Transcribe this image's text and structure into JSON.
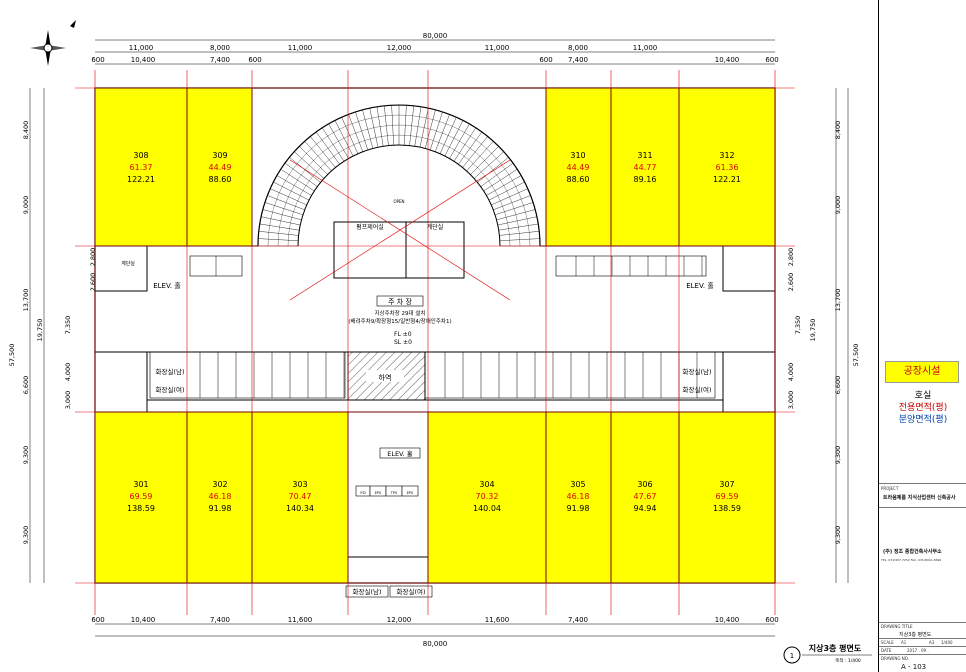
{
  "dims": {
    "overall": "80,000",
    "top_spans": [
      "11,000",
      "8,000",
      "11,000",
      "12,000",
      "11,000",
      "8,000",
      "11,000"
    ],
    "sub_spans": [
      "600",
      "10,400",
      "7,400",
      "600",
      "600",
      "10,400",
      "7,400",
      "600"
    ],
    "bottom_spans": [
      "600",
      "10,400",
      "7,400",
      "11,600",
      "12,000",
      "11,600",
      "7,400",
      "10,400",
      "600"
    ],
    "left_spans": [
      "8,400",
      "9,000",
      "2,800",
      "2,600",
      "13,700",
      "7,350",
      "19,750",
      "4,000",
      "3,000",
      "6,600",
      "9,300",
      "9,300",
      "57,500"
    ],
    "right_spans": [
      "8,400",
      "9,000",
      "2,800",
      "2,600",
      "13,700",
      "7,350",
      "19,750",
      "4,000",
      "3,000",
      "6,600",
      "9,300",
      "9,300",
      "57,500"
    ]
  },
  "units_top": [
    {
      "no": "308",
      "exclusive": "61.37",
      "sale": "122.21"
    },
    {
      "no": "309",
      "exclusive": "44.49",
      "sale": "88.60"
    },
    {
      "no": "310",
      "exclusive": "44.49",
      "sale": "88.60"
    },
    {
      "no": "311",
      "exclusive": "44.77",
      "sale": "89.16"
    },
    {
      "no": "312",
      "exclusive": "61.36",
      "sale": "122.21"
    }
  ],
  "units_bottom": [
    {
      "no": "301",
      "exclusive": "69.59",
      "sale": "138.59"
    },
    {
      "no": "302",
      "exclusive": "46.18",
      "sale": "91.98"
    },
    {
      "no": "303",
      "exclusive": "70.47",
      "sale": "140.34"
    },
    {
      "no": "304",
      "exclusive": "70.32",
      "sale": "140.04"
    },
    {
      "no": "305",
      "exclusive": "46.18",
      "sale": "91.98"
    },
    {
      "no": "306",
      "exclusive": "47.67",
      "sale": "94.94"
    },
    {
      "no": "307",
      "exclusive": "69.59",
      "sale": "138.59"
    }
  ],
  "labels": {
    "open": "OPEN",
    "pump_room": "펌프제어실",
    "stair_room": "계단실",
    "stair": "계단실",
    "elev_hall": "ELEV. 홀",
    "elev_hall_c": "ELEV. 홀",
    "wc_m": "화장실(남)",
    "wc_f": "화장실(여)",
    "wc_m_b": "화장실(남)",
    "wc_f_b": "화장실(여)",
    "unload": "하역",
    "parking_title": "주 차 장",
    "parking_l1": "지상주차장 29대 설치",
    "parking_l2": "(배려주차9/확장형15/일반형4/장애인주차1)",
    "fl": "FL ±0",
    "sl": "SL ±0",
    "eps": "EPS",
    "tps": "TPS",
    "pd": "P.D",
    "drawing_title": "지상3층 평면도",
    "scale_note": "축척 : 1/400",
    "drawing_circle_no": "1"
  },
  "legend": {
    "category": "공장시설",
    "line1": "호실",
    "line2": "전용면적(평)",
    "line3": "분양면적(평)"
  },
  "titleblock": {
    "project_label": "PROJECT",
    "project": "트라움제를 지식산업센터 신축공사",
    "firm": "(주) 정조 종합건축사사무소",
    "tel": "TEL. 031)957-7252  FAX. 031)8041-8690",
    "drawing_title_label": "DRAWING TITLE",
    "drawing_title": "지상3층 평면도",
    "scale_label": "SCALE",
    "scale_a1": "A1",
    "scale_a3": "A3",
    "scale_val": "1/400",
    "date_label": "DATE",
    "date_val": "2017 . 09 .",
    "drawing_no_label": "DRAWING NO.",
    "drawing_no": "A - 103"
  },
  "colors": {
    "unit_fill": "#ffff00",
    "red_line": "#e00000",
    "wall": "#000000",
    "exclusive_text": "#e00000",
    "sale_text": "#000000"
  }
}
